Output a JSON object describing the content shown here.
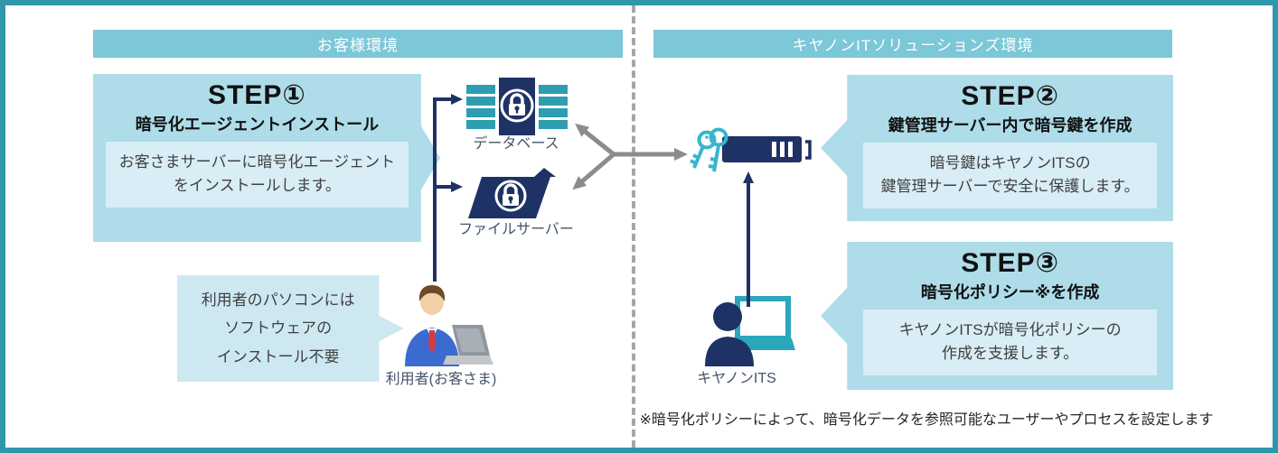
{
  "headers": {
    "left": "お客様環境",
    "right": "キヤノンITソリューションズ環境"
  },
  "steps": [
    {
      "title": "STEP①",
      "subtitle": "暗号化エージェントインストール",
      "body_lines": [
        "お客さまサーバーに暗号化エージェント",
        "をインストールします。"
      ]
    },
    {
      "title": "STEP②",
      "subtitle": "鍵管理サーバー内で暗号鍵を作成",
      "body_lines": [
        "暗号鍵はキヤノンITSの",
        "鍵管理サーバーで安全に保護します。"
      ]
    },
    {
      "title": "STEP③",
      "subtitle": "暗号化ポリシー※を作成",
      "body_lines": [
        "キヤノンITSが暗号化ポリシーの",
        "作成を支援します。"
      ]
    }
  ],
  "bubble": {
    "lines": [
      "利用者のパソコンには",
      "ソフトウェアの",
      "インストール不要"
    ]
  },
  "labels": {
    "database": "データベース",
    "file_server": "ファイルサーバー",
    "user": "利用者(お客さま)",
    "canon_its": "キヤノンITS"
  },
  "footnote": "※暗号化ポリシーによって、暗号化データを参照可能なユーザーやプロセスを設定します",
  "icons": [
    "database-lock-icon",
    "file-server-lock-icon",
    "key-management-server-icon",
    "user-with-laptop-icon",
    "canon-its-person-icon"
  ],
  "colors": {
    "frame_border": "#2F96AC",
    "header_bg": "#7CC7D8",
    "step_box_bg": "#AEDCE9",
    "step_inner_bg": "#D9EDF6",
    "bubble_bg": "#CEE8F2",
    "navy": "#1F3265",
    "teal_icon": "#2E9DB2",
    "teal_keys": "#36B6CB",
    "gray_arrow": "#8C8C8C",
    "divider_gray": "#A6A6A6"
  }
}
